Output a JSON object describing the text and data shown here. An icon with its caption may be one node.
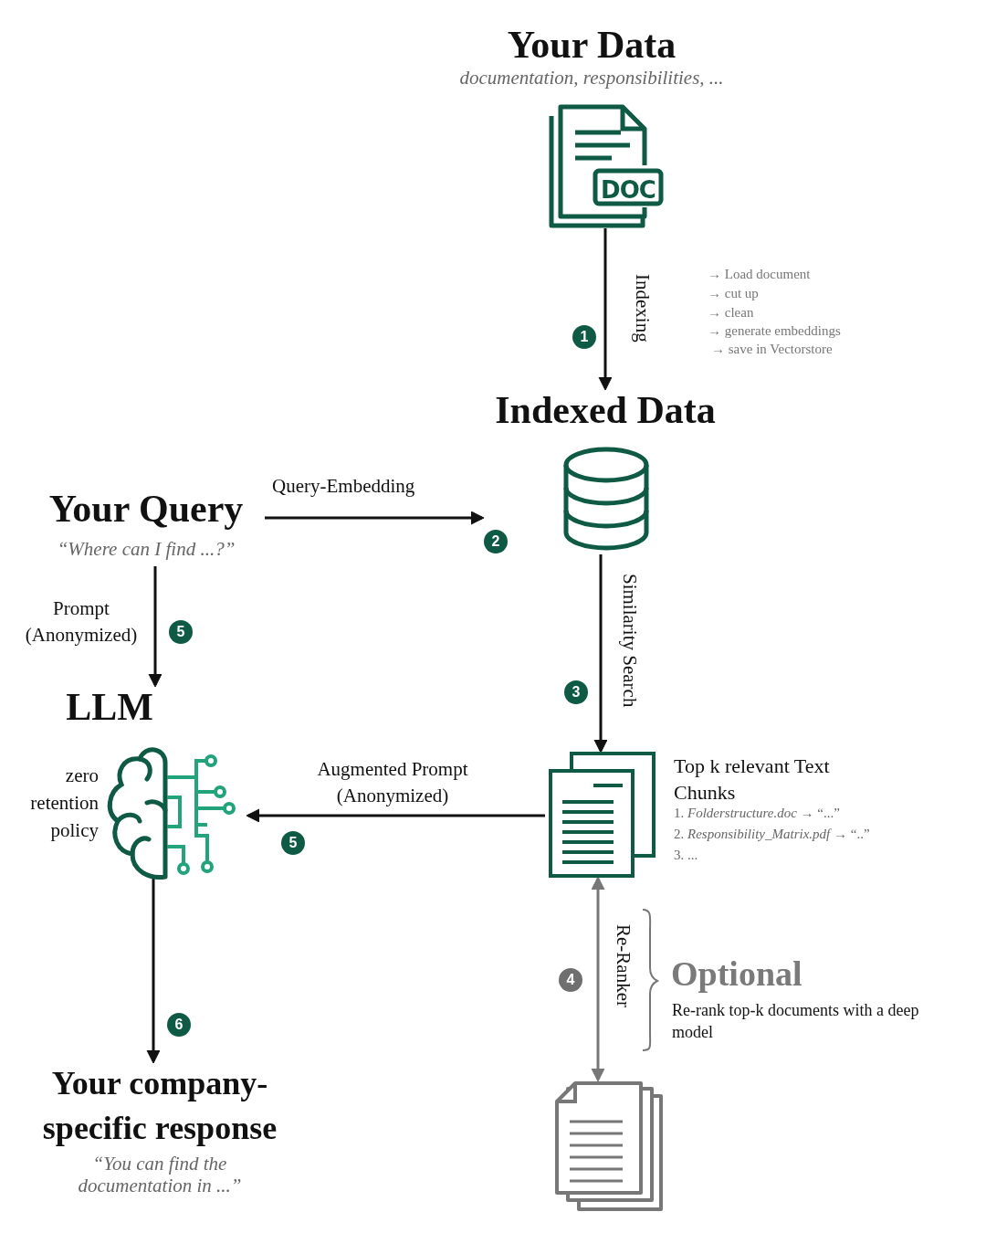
{
  "diagram": {
    "nodes": [
      {
        "text": [
          "Your Data",
          "documentation,  responsibilities, ...",
          "DOC"
        ]
      },
      {
        "text": [
          "Indexed Data"
        ]
      },
      {
        "text": [
          "Your Query",
          "“Where can I find ...?”"
        ]
      },
      {
        "text": [
          "LLM",
          "zero retention policy"
        ]
      },
      {
        "text": [
          "Top k relevant Text Chunks",
          "1. *Folderstructure.doc* → “...”",
          "2. *Responsibility_Matrix.pdf* → “..”",
          "3. ..."
        ]
      },
      {
        "text": [],
        "shape": "picture"
      },
      {
        "text": [
          "Your company-specific response",
          "“You can find the documentation in ...”"
        ]
      }
    ],
    "edges": [
      {
        "from": 0,
        "to": 1,
        "arrow": "to",
        "label": "Indexing"
      },
      {
        "from": 2,
        "to": 1,
        "arrow": "to",
        "label": "Query-Embedding"
      },
      {
        "from": 1,
        "to": 4,
        "arrow": "to",
        "label": "Similarity Search"
      },
      {
        "from": 2,
        "to": 3,
        "arrow": "to",
        "label": "Prompt (Anonymized)"
      },
      {
        "from": 4,
        "to": 3,
        "arrow": "to",
        "label": "Augmented Prompt (Anonymized)"
      },
      {
        "from": 4,
        "to": 5,
        "arrow": "both",
        "label": "Re-Ranker",
        "color": "#777777"
      },
      {
        "from": 3,
        "to": 6,
        "arrow": "to"
      }
    ],
    "labels": [
      "→ Load document",
      "→ cut up",
      "→ clean",
      "→ generate embeddings",
      "1",
      "→ save in Vectorstore",
      "2",
      "5",
      "3",
      "5",
      "4",
      "Optional",
      "Re-rank top-k documents with a deep model",
      "6"
    ]
  }
}
